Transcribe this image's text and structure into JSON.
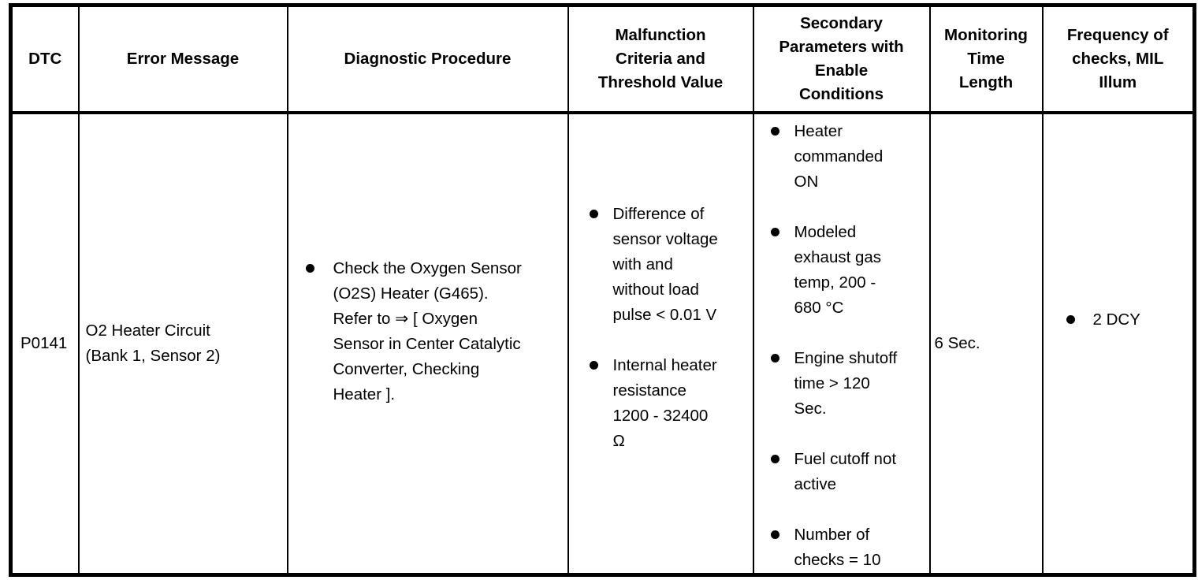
{
  "colors": {
    "border": "#000000",
    "background": "#ffffff",
    "text": "#000000"
  },
  "table": {
    "columns": [
      {
        "key": "dtc",
        "label": "DTC"
      },
      {
        "key": "error_message",
        "label": "Error Message"
      },
      {
        "key": "diagnostic_procedure",
        "label": "Diagnostic Procedure"
      },
      {
        "key": "malfunction_criteria",
        "label": "Malfunction\nCriteria and\nThreshold Value"
      },
      {
        "key": "secondary_parameters",
        "label": "Secondary\nParameters with\nEnable\nConditions"
      },
      {
        "key": "monitoring_time",
        "label": "Monitoring\nTime\nLength"
      },
      {
        "key": "frequency",
        "label": "Frequency of\nchecks, MIL\nIllum"
      }
    ],
    "row": {
      "dtc": "P0141",
      "error_message": "O2 Heater Circuit\n(Bank 1, Sensor 2)",
      "diagnostic_procedure": [
        "Check the Oxygen Sensor\n(O2S) Heater (G465).\nRefer to ⇒ [ Oxygen\nSensor in Center Catalytic\nConverter, Checking\nHeater ]."
      ],
      "malfunction_criteria": [
        "Difference of\nsensor voltage\nwith and\nwithout load\npulse < 0.01 V",
        "Internal heater\nresistance\n1200 - 32400\nΩ"
      ],
      "secondary_parameters": [
        "Heater\ncommanded\nON",
        "Modeled\nexhaust gas\ntemp, 200 -\n680 °C",
        "Engine shutoff\ntime > 120\nSec.",
        "Fuel cutoff not\nactive",
        "Number of\nchecks = 10"
      ],
      "monitoring_time": "6 Sec.",
      "frequency": [
        "2 DCY"
      ]
    }
  }
}
